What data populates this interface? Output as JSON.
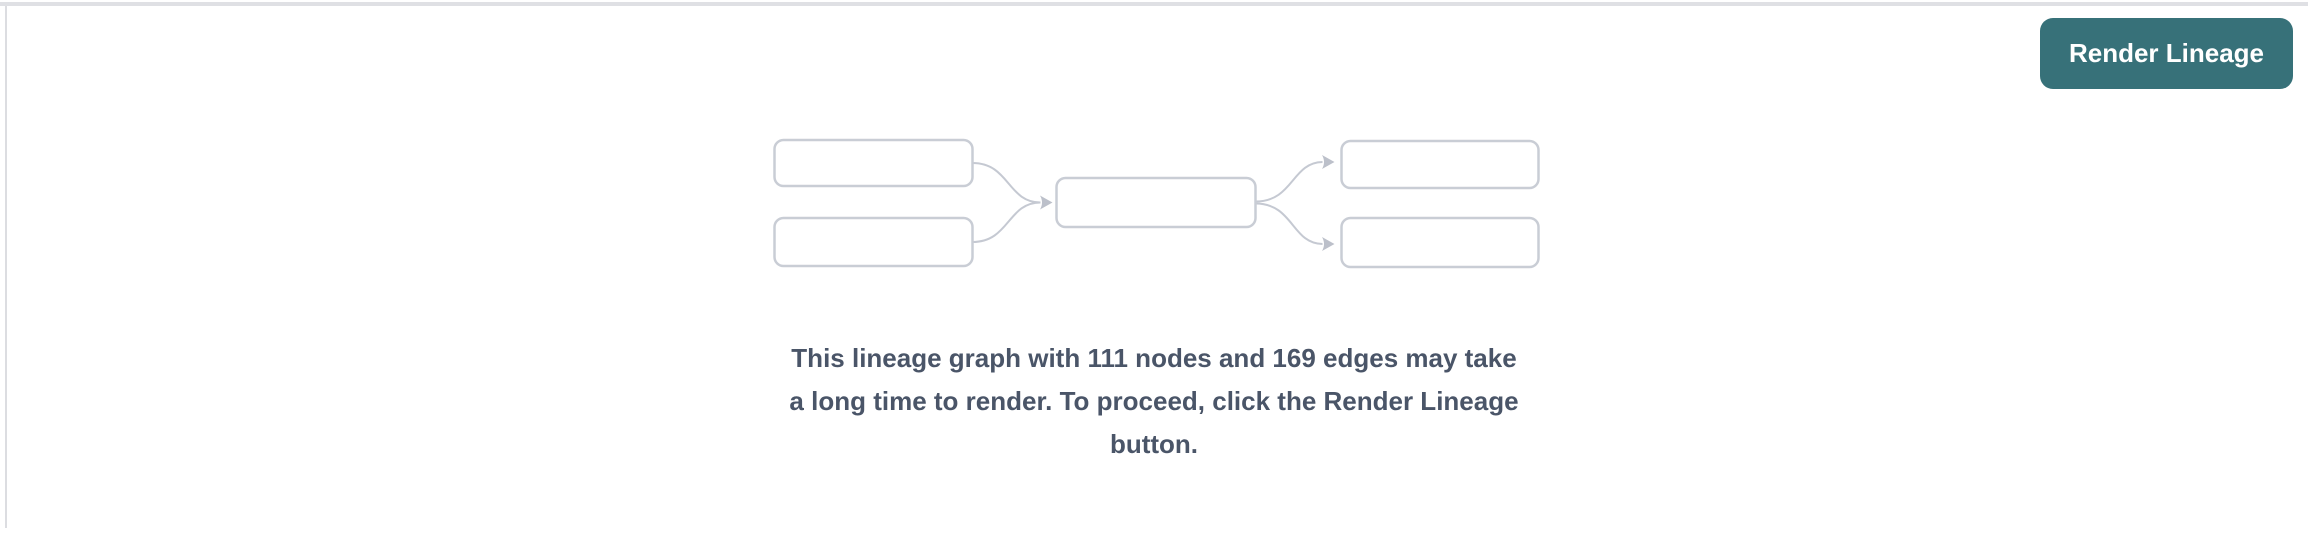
{
  "toolbar": {
    "render_button_label": "Render Lineage"
  },
  "message": {
    "lines": [
      "This lineage graph with 111 nodes and 169 edges may take",
      "a long time to render. To proceed, click the Render Lineage",
      "button."
    ],
    "text": "This lineage graph with 111 nodes and 169 edges may take a long time to render. To proceed, click the Render Lineage button.",
    "node_count": "111",
    "edge_count": "169"
  },
  "diagram": {
    "type": "lineage-graph-placeholder",
    "icon_nodes": 5,
    "icon_edges": 4,
    "node_border_color": "#C9CDD5",
    "edge_color": "#C5C9D2",
    "arrow_color": "#BCC0CA"
  },
  "colors": {
    "button_bg": "#377179",
    "button_text": "#FFFFFF",
    "message_text": "#4A5568",
    "pane_top_border": "#DFE0E4",
    "pane_left_border": "#DCDDE1",
    "background": "#FFFFFF"
  }
}
